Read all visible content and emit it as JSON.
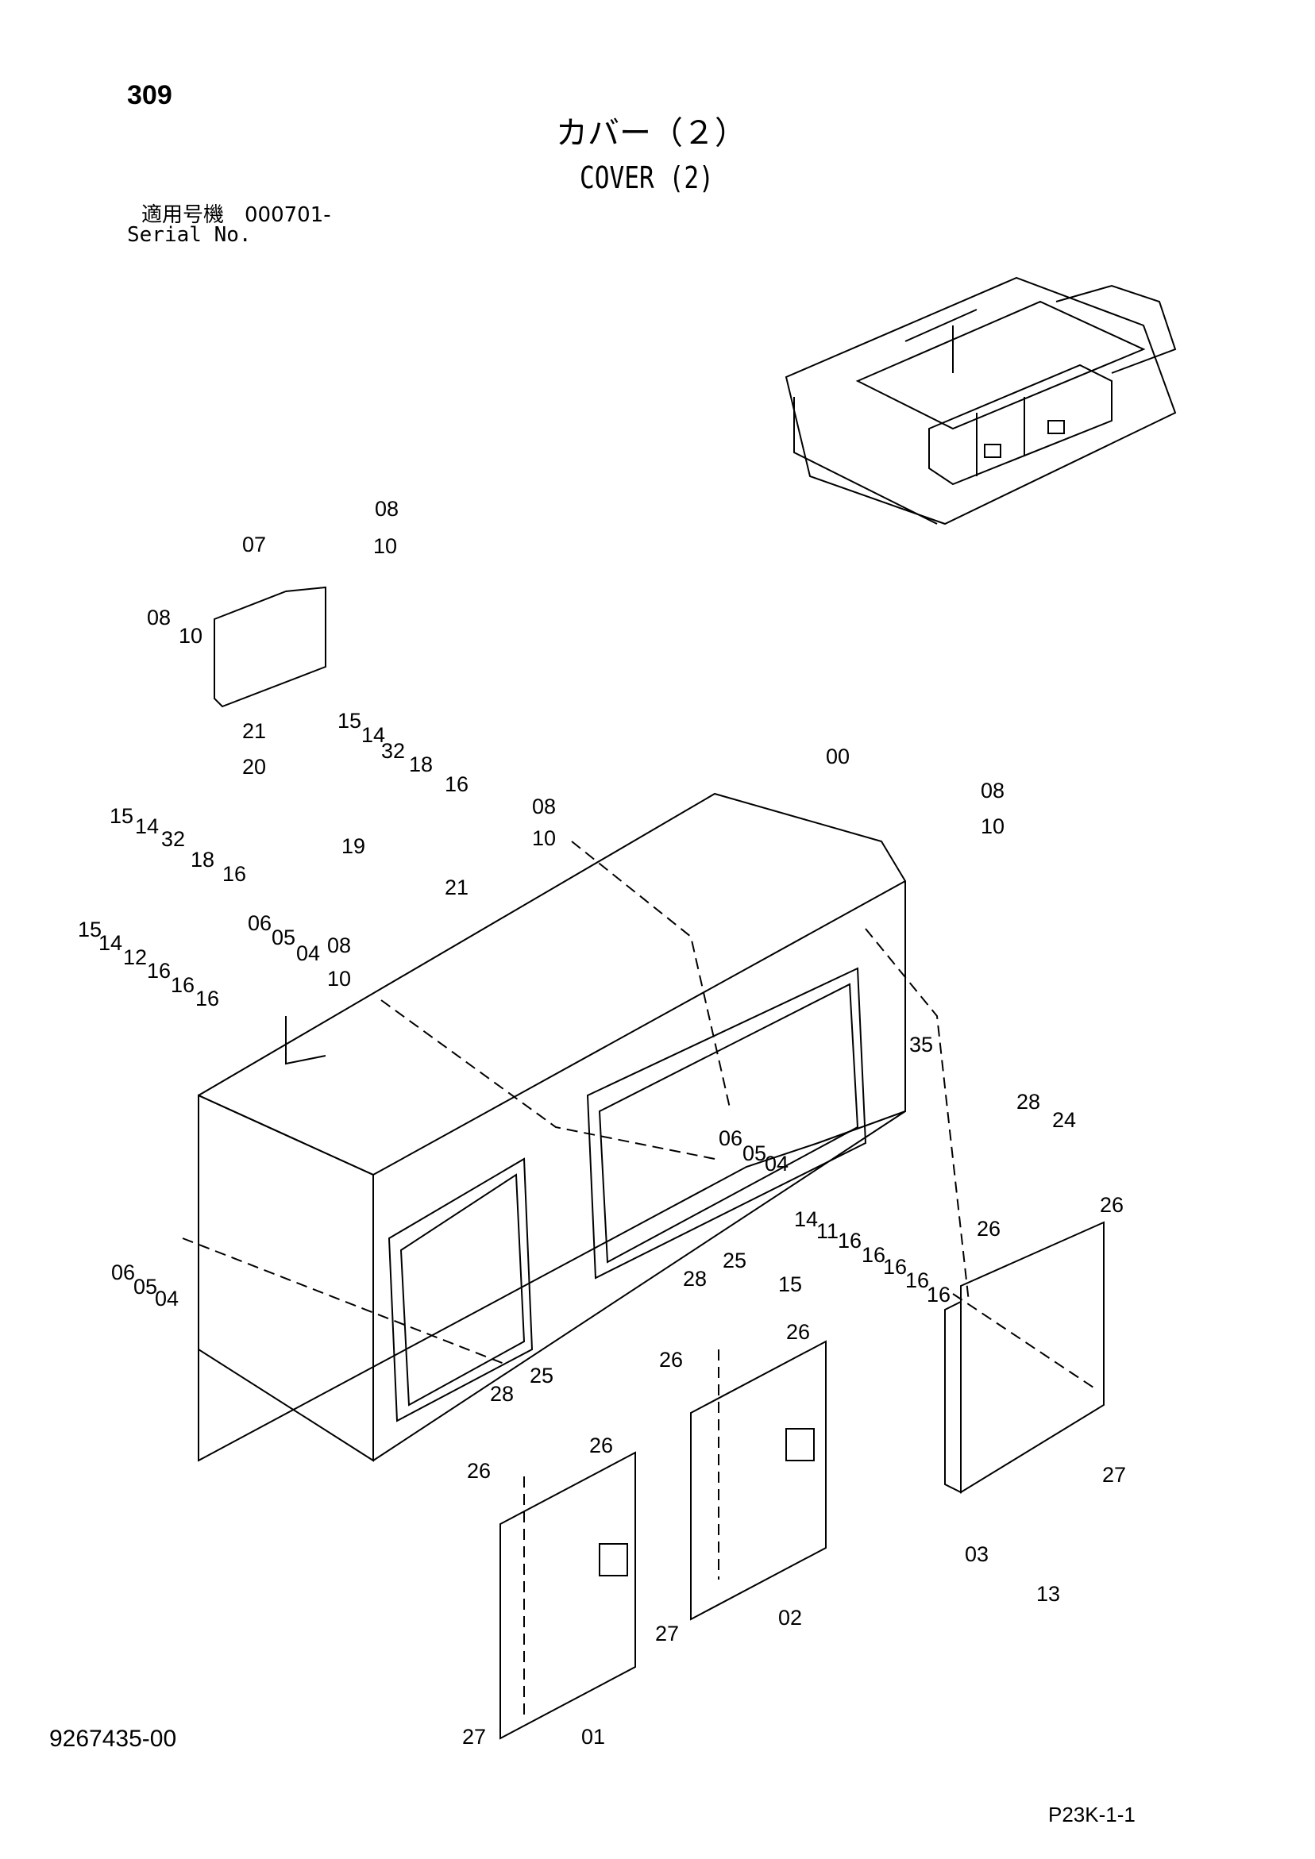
{
  "header": {
    "page_number": "309",
    "title_jp": "カバー（２）",
    "title_en": "COVER (2)",
    "serial_jp": "適用号機　000701-",
    "serial_en": "Serial No."
  },
  "footer": {
    "document_id": "9267435-00",
    "figure_code": "P23K-1-1"
  },
  "callouts": [
    "08",
    "10",
    "07",
    "08",
    "10",
    "21",
    "20",
    "15",
    "14",
    "32",
    "18",
    "16",
    "15",
    "14",
    "32",
    "18",
    "16",
    "19",
    "21",
    "00",
    "08",
    "10",
    "08",
    "10",
    "06",
    "05",
    "04",
    "08",
    "10",
    "15",
    "14",
    "12",
    "16",
    "16",
    "16",
    "35",
    "06",
    "05",
    "04",
    "28",
    "24",
    "26",
    "26",
    "06",
    "05",
    "04",
    "14",
    "11",
    "16",
    "16",
    "16",
    "16",
    "16",
    "15",
    "28",
    "25",
    "26",
    "26",
    "28",
    "25",
    "26",
    "26",
    "27",
    "03",
    "13",
    "02",
    "27",
    "01",
    "27"
  ]
}
